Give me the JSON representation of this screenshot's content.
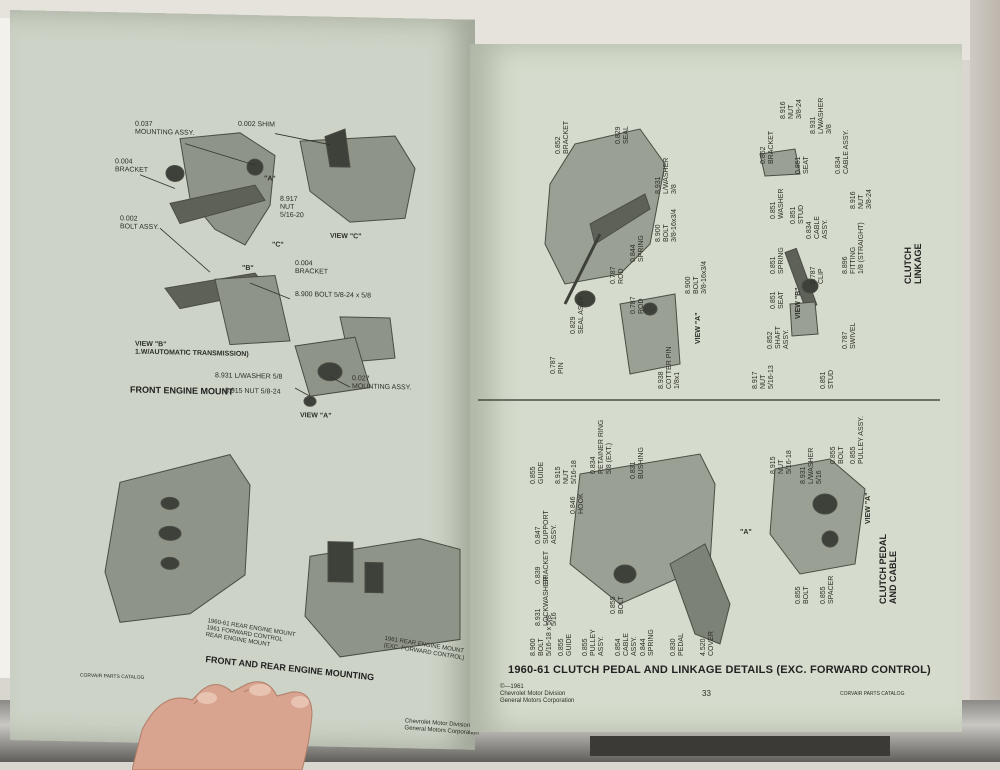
{
  "left_page": {
    "callouts": {
      "mounting_assy_top": "0.037\nMOUNTING ASSY.",
      "shim": "0.002 SHIM",
      "bracket_top": "0.004\nBRACKET",
      "bolt_assy": "0.002\nBOLT ASSY.",
      "nut_917": "8.917\nNUT\n5/16-20",
      "view_c": "VIEW \"C\"",
      "label_a": "\"A\"",
      "label_c": "\"C\"",
      "label_b": "\"B\"",
      "bracket_mid": "0.004\nBRACKET",
      "bolt_900": "8.900 BOLT 5/8-24 x 5/8",
      "view_b": "VIEW \"B\"\n1.W/AUTOMATIC TRANSMISSION)",
      "lwasher": "8.931 L/WASHER 5/8",
      "nut_915": "8.915 NUT 5/8-24",
      "mounting_assy_027": "0.027\nMOUNTING ASSY.",
      "view_a": "VIEW \"A\"",
      "rear_mount_label": "1960-61 REAR ENGINE MOUNT\n1961 FORWARD CONTROL\nREAR ENGINE MOUNT",
      "rear_mount_label2": "1961 REAR ENGINE MOUNT\n(EXC. FORWARD CONTROL)"
    },
    "headings": {
      "front_engine_mount": "FRONT ENGINE MOUNT",
      "front_rear_mounting": "FRONT AND REAR ENGINE MOUNTING"
    },
    "footer": {
      "catalog": "CORVAIR PARTS CATALOG",
      "division": "Chevrolet Motor Division\nGeneral Motors Corporation"
    }
  },
  "right_page": {
    "headings": {
      "clutch_linkage": "CLUTCH LINKAGE",
      "clutch_pedal_cable": "CLUTCH PEDAL AND CABLE",
      "main_title": "1960-61 CLUTCH PEDAL AND LINKAGE DETAILS (EXC. FORWARD CONTROL)"
    },
    "upper_callouts": [
      "0.852\nBRACKET",
      "0.829\nSEAL",
      "8.931\nL/WASHER\n3/8",
      "8.900\nBOLT\n3/8-16x3/4",
      "0.844\nSPRING",
      "0.787\nROD",
      "0.829\nSEAL ASSY.",
      "0.787\nROD",
      "8.900\nBOLT\n3/8-16x3/4",
      "VIEW \"A\"",
      "0.787\nPIN",
      "8.938\nCOTTER PIN\n1/8x1",
      "0.852\nBRACKET",
      "8.916\nNUT\n3/8-24",
      "8.931\nL/WASHER\n3/8",
      "0.834\nCABLE ASSY.",
      "0.851\nWASHER",
      "0.851\nSEAT",
      "0.851\nSTUD",
      "0.851\nSPRING",
      "0.834\nCABLE\nASSY.",
      "8.916\nNUT\n3/8-24",
      "0.851\nSEAT",
      "0.787\nCLIP",
      "8.896\nFITTING\n1/8 (STRAIGHT)",
      "0.852\nSHAFT\nASSY.",
      "VIEW \"B\"",
      "0.787\nSWIVEL",
      "8.917\nNUT\n5/16-13",
      "0.851\nSTUD"
    ],
    "lower_callouts": [
      "0.855\nGUIDE",
      "8.915\nNUT\n5/16-18",
      "0.834\nRETAINER RING\n5/8 (EXT.)",
      "0.846\nHOOK",
      "0.831\nBUSHING",
      "0.847\nSUPPORT\nASSY.",
      "0.839\nBRACKET",
      "8.931\nLOCKWASHER\n5/16",
      "8.900\nBOLT\n5/16-18 x 5/8",
      "0.855\nGUIDE",
      "0.855\nPULLEY\nASSY.",
      "0.854\nCABLE\nASSY.",
      "0.844\nSPRING",
      "0.855\nBOLT",
      "0.830\nPEDAL",
      "4.520\nCOVER",
      "8.915\nNUT\n5/16-18",
      "8.931\nL/WASHER\n5/16",
      "0.855\nBOLT",
      "0.855\nPULLEY ASSY.",
      "0.855\nSPACER",
      "0.855\nBOLT",
      "VIEW \"A\"",
      "\"A\""
    ],
    "footer": {
      "copyright": "©—1961\nChevrolet Motor Division\nGeneral Motors Corporation",
      "page_number": "33",
      "catalog": "CORVAIR PARTS CATALOG"
    }
  }
}
